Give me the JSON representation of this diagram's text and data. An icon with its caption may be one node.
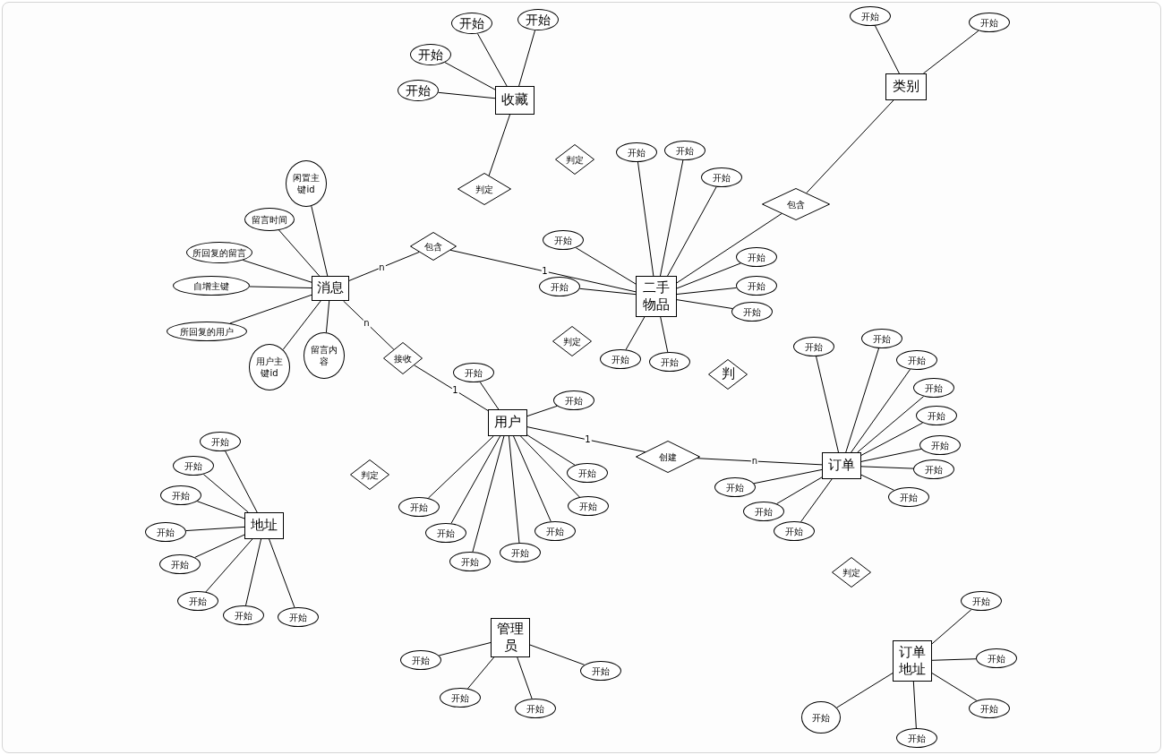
{
  "diagram": {
    "nodes": [
      {
        "text": [
          "收藏"
        ]
      },
      {
        "text": [
          "开始"
        ]
      },
      {
        "text": [
          "开始"
        ]
      },
      {
        "text": [
          "开始"
        ]
      },
      {
        "text": [
          "开始"
        ]
      },
      {
        "text": [
          "判定"
        ]
      },
      {
        "text": [
          "判定"
        ]
      },
      {
        "text": [
          "类别"
        ]
      },
      {
        "text": [
          "开始"
        ]
      },
      {
        "text": [
          "开始"
        ]
      },
      {
        "text": [
          "包含"
        ]
      },
      {
        "text": [
          "二手物品"
        ]
      },
      {
        "text": [
          "开始"
        ]
      },
      {
        "text": [
          "开始"
        ]
      },
      {
        "text": [
          "开始"
        ]
      },
      {
        "text": [
          "开始"
        ]
      },
      {
        "text": [
          "开始"
        ]
      },
      {
        "text": [
          "开始"
        ]
      },
      {
        "text": [
          "开始"
        ]
      },
      {
        "text": [
          "开始"
        ]
      },
      {
        "text": [
          "开始"
        ]
      },
      {
        "text": [
          "开始"
        ]
      },
      {
        "text": [
          "判定"
        ]
      },
      {
        "text": [
          "判"
        ]
      },
      {
        "text": [
          "消息"
        ]
      },
      {
        "text": [
          "闲置主键id"
        ]
      },
      {
        "text": [
          "留言时间"
        ]
      },
      {
        "text": [
          "所回复的留言"
        ]
      },
      {
        "text": [
          "自增主键"
        ]
      },
      {
        "text": [
          "所回复的用户"
        ]
      },
      {
        "text": [
          "用户主键id"
        ]
      },
      {
        "text": [
          "留言内容"
        ]
      },
      {
        "text": [
          "包含"
        ]
      },
      {
        "text": [
          "接收"
        ]
      },
      {
        "text": [
          "用户"
        ]
      },
      {
        "text": [
          "开始"
        ]
      },
      {
        "text": [
          "开始"
        ]
      },
      {
        "text": [
          "开始"
        ]
      },
      {
        "text": [
          "开始"
        ]
      },
      {
        "text": [
          "开始"
        ]
      },
      {
        "text": [
          "开始"
        ]
      },
      {
        "text": [
          "开始"
        ]
      },
      {
        "text": [
          "开始"
        ]
      },
      {
        "text": [
          "开始"
        ]
      },
      {
        "text": [
          "创建"
        ]
      },
      {
        "text": [
          "判定"
        ]
      },
      {
        "text": [
          "订单"
        ]
      },
      {
        "text": [
          "开始"
        ]
      },
      {
        "text": [
          "开始"
        ]
      },
      {
        "text": [
          "开始"
        ]
      },
      {
        "text": [
          "开始"
        ]
      },
      {
        "text": [
          "开始"
        ]
      },
      {
        "text": [
          "开始"
        ]
      },
      {
        "text": [
          "开始"
        ]
      },
      {
        "text": [
          "开始"
        ]
      },
      {
        "text": [
          "开始"
        ]
      },
      {
        "text": [
          "开始"
        ]
      },
      {
        "text": [
          "开始"
        ]
      },
      {
        "text": [
          "判定"
        ]
      },
      {
        "text": [
          "地址"
        ]
      },
      {
        "text": [
          "开始"
        ]
      },
      {
        "text": [
          "开始"
        ]
      },
      {
        "text": [
          "开始"
        ]
      },
      {
        "text": [
          "开始"
        ]
      },
      {
        "text": [
          "开始"
        ]
      },
      {
        "text": [
          "开始"
        ]
      },
      {
        "text": [
          "开始"
        ]
      },
      {
        "text": [
          "开始"
        ]
      },
      {
        "text": [
          "管理员"
        ]
      },
      {
        "text": [
          "开始"
        ]
      },
      {
        "text": [
          "开始"
        ]
      },
      {
        "text": [
          "开始"
        ]
      },
      {
        "text": [
          "开始"
        ]
      },
      {
        "text": [
          "订单地址"
        ]
      },
      {
        "text": [
          "开始"
        ]
      },
      {
        "text": [
          "开始"
        ]
      },
      {
        "text": [
          "开始"
        ]
      },
      {
        "text": [
          "开始"
        ]
      },
      {
        "text": [
          "开始"
        ]
      }
    ],
    "edges": [
      {
        "from": 1,
        "to": 0,
        "arrow": "none"
      },
      {
        "from": 2,
        "to": 0,
        "arrow": "none"
      },
      {
        "from": 3,
        "to": 0,
        "arrow": "none"
      },
      {
        "from": 4,
        "to": 0,
        "arrow": "none"
      },
      {
        "from": 0,
        "to": 5,
        "arrow": "none"
      },
      {
        "from": 8,
        "to": 7,
        "arrow": "none"
      },
      {
        "from": 9,
        "to": 7,
        "arrow": "none"
      },
      {
        "from": 7,
        "to": 10,
        "arrow": "none"
      },
      {
        "from": 10,
        "to": 11,
        "arrow": "none"
      },
      {
        "from": 12,
        "to": 11,
        "arrow": "none"
      },
      {
        "from": 13,
        "to": 11,
        "arrow": "none"
      },
      {
        "from": 14,
        "to": 11,
        "arrow": "none"
      },
      {
        "from": 15,
        "to": 11,
        "arrow": "none"
      },
      {
        "from": 16,
        "to": 11,
        "arrow": "none"
      },
      {
        "from": 17,
        "to": 11,
        "arrow": "none"
      },
      {
        "from": 18,
        "to": 11,
        "arrow": "none"
      },
      {
        "from": 19,
        "to": 11,
        "arrow": "none"
      },
      {
        "from": 20,
        "to": 11,
        "arrow": "none"
      },
      {
        "from": 21,
        "to": 11,
        "arrow": "none"
      },
      {
        "from": 25,
        "to": 24,
        "arrow": "none"
      },
      {
        "from": 26,
        "to": 24,
        "arrow": "none"
      },
      {
        "from": 27,
        "to": 24,
        "arrow": "none"
      },
      {
        "from": 28,
        "to": 24,
        "arrow": "none"
      },
      {
        "from": 29,
        "to": 24,
        "arrow": "none"
      },
      {
        "from": 30,
        "to": 24,
        "arrow": "none"
      },
      {
        "from": 31,
        "to": 24,
        "arrow": "none"
      },
      {
        "from": 24,
        "to": 32,
        "arrow": "none",
        "label": "n"
      },
      {
        "from": 32,
        "to": 11,
        "arrow": "none",
        "label": "1"
      },
      {
        "from": 24,
        "to": 33,
        "arrow": "none",
        "label": "n"
      },
      {
        "from": 33,
        "to": 34,
        "arrow": "none",
        "label": "1"
      },
      {
        "from": 35,
        "to": 34,
        "arrow": "none"
      },
      {
        "from": 36,
        "to": 34,
        "arrow": "none"
      },
      {
        "from": 37,
        "to": 34,
        "arrow": "none"
      },
      {
        "from": 38,
        "to": 34,
        "arrow": "none"
      },
      {
        "from": 39,
        "to": 34,
        "arrow": "none"
      },
      {
        "from": 40,
        "to": 34,
        "arrow": "none"
      },
      {
        "from": 41,
        "to": 34,
        "arrow": "none"
      },
      {
        "from": 42,
        "to": 34,
        "arrow": "none"
      },
      {
        "from": 43,
        "to": 34,
        "arrow": "none"
      },
      {
        "from": 34,
        "to": 44,
        "arrow": "none",
        "label": "1"
      },
      {
        "from": 44,
        "to": 46,
        "arrow": "none",
        "label": "n"
      },
      {
        "from": 47,
        "to": 46,
        "arrow": "none"
      },
      {
        "from": 48,
        "to": 46,
        "arrow": "none"
      },
      {
        "from": 49,
        "to": 46,
        "arrow": "none"
      },
      {
        "from": 50,
        "to": 46,
        "arrow": "none"
      },
      {
        "from": 51,
        "to": 46,
        "arrow": "none"
      },
      {
        "from": 52,
        "to": 46,
        "arrow": "none"
      },
      {
        "from": 53,
        "to": 46,
        "arrow": "none"
      },
      {
        "from": 54,
        "to": 46,
        "arrow": "none"
      },
      {
        "from": 55,
        "to": 46,
        "arrow": "none"
      },
      {
        "from": 56,
        "to": 46,
        "arrow": "none"
      },
      {
        "from": 57,
        "to": 46,
        "arrow": "none"
      },
      {
        "from": 60,
        "to": 59,
        "arrow": "none"
      },
      {
        "from": 61,
        "to": 59,
        "arrow": "none"
      },
      {
        "from": 62,
        "to": 59,
        "arrow": "none"
      },
      {
        "from": 63,
        "to": 59,
        "arrow": "none"
      },
      {
        "from": 64,
        "to": 59,
        "arrow": "none"
      },
      {
        "from": 65,
        "to": 59,
        "arrow": "none"
      },
      {
        "from": 66,
        "to": 59,
        "arrow": "none"
      },
      {
        "from": 67,
        "to": 59,
        "arrow": "none"
      },
      {
        "from": 69,
        "to": 68,
        "arrow": "none"
      },
      {
        "from": 70,
        "to": 68,
        "arrow": "none"
      },
      {
        "from": 71,
        "to": 68,
        "arrow": "none"
      },
      {
        "from": 72,
        "to": 68,
        "arrow": "none"
      },
      {
        "from": 74,
        "to": 73,
        "arrow": "none"
      },
      {
        "from": 75,
        "to": 73,
        "arrow": "none"
      },
      {
        "from": 76,
        "to": 73,
        "arrow": "none"
      },
      {
        "from": 77,
        "to": 73,
        "arrow": "none"
      },
      {
        "from": 78,
        "to": 73,
        "arrow": "none"
      }
    ]
  }
}
